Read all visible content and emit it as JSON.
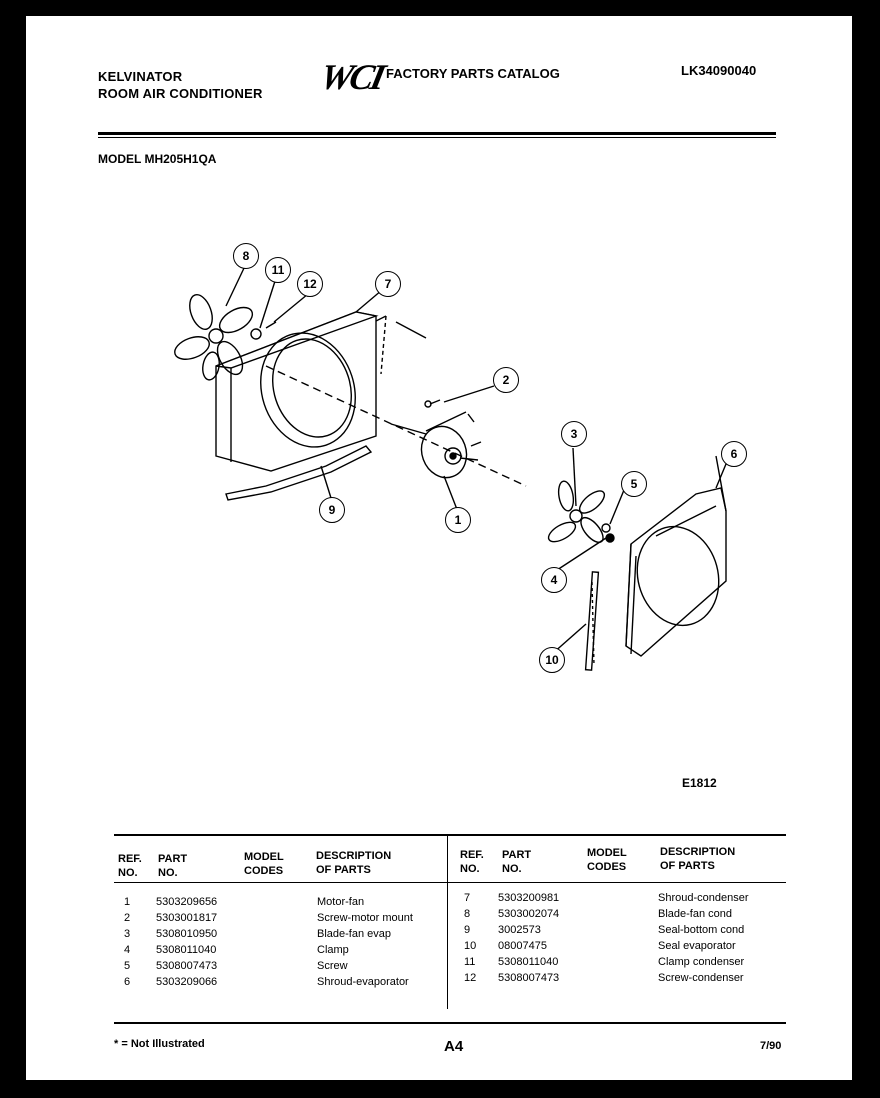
{
  "header": {
    "brand_name": "KELVINATOR",
    "product": "ROOM AIR CONDITIONER",
    "logo": "WCI",
    "catalog_title": "FACTORY PARTS CATALOG",
    "catalog_number": "LK34090040",
    "model": "MODEL MH205H1QA"
  },
  "diagram": {
    "callouts": [
      "1",
      "2",
      "3",
      "4",
      "5",
      "6",
      "7",
      "8",
      "9",
      "10",
      "11",
      "12"
    ],
    "code": "E1812"
  },
  "table": {
    "headers": {
      "ref_1": "REF.",
      "ref_2": "NO.",
      "part_1": "PART",
      "part_2": "NO.",
      "codes_1": "MODEL",
      "codes_2": "CODES",
      "desc_1": "DESCRIPTION",
      "desc_2": "OF PARTS"
    },
    "left_rows": [
      {
        "ref": "1",
        "part": "5303209656",
        "desc": "Motor-fan"
      },
      {
        "ref": "2",
        "part": "5303001817",
        "desc": "Screw-motor mount"
      },
      {
        "ref": "3",
        "part": "5308010950",
        "desc": "Blade-fan evap"
      },
      {
        "ref": "4",
        "part": "5308011040",
        "desc": "Clamp"
      },
      {
        "ref": "5",
        "part": "5308007473",
        "desc": "Screw"
      },
      {
        "ref": "6",
        "part": "5303209066",
        "desc": "Shroud-evaporator"
      }
    ],
    "right_rows": [
      {
        "ref": "7",
        "part": "5303200981",
        "desc": "Shroud-condenser"
      },
      {
        "ref": "8",
        "part": "5303002074",
        "desc": "Blade-fan cond"
      },
      {
        "ref": "9",
        "part": "3002573",
        "desc": "Seal-bottom cond"
      },
      {
        "ref": "10",
        "part": "08007475",
        "desc": "Seal evaporator"
      },
      {
        "ref": "11",
        "part": "5308011040",
        "desc": "Clamp condenser"
      },
      {
        "ref": "12",
        "part": "5308007473",
        "desc": "Screw-condenser"
      }
    ]
  },
  "footer": {
    "note": "* = Not Illustrated",
    "page": "A4",
    "date": "7/90"
  }
}
